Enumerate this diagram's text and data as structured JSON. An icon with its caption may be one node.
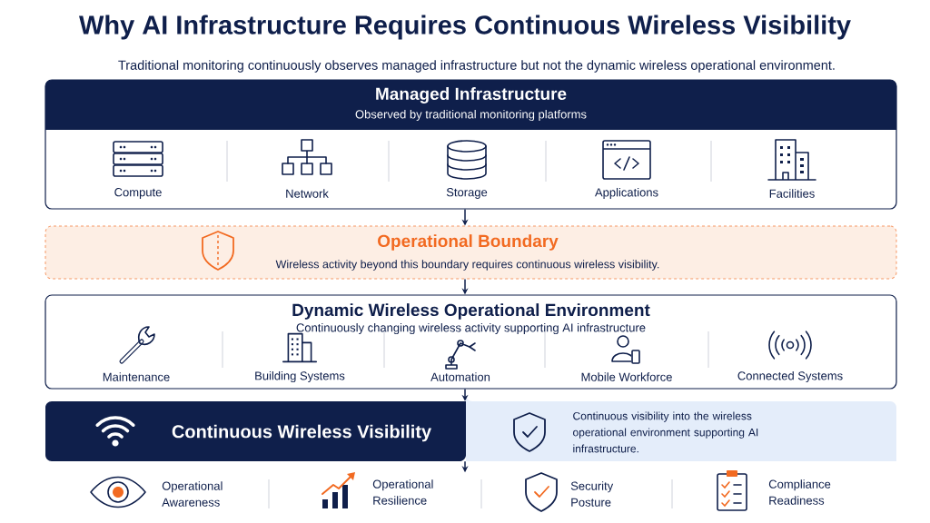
{
  "diagram": {
    "title": "Why AI Infrastructure Requires Continuous Wireless Visibility",
    "caption": "Traditional monitoring continuously observes managed infrastructure but not the dynamic wireless operational environment.",
    "nodes": [
      {
        "text": [
          "Managed Infrastructure",
          "Observed by traditional monitoring platforms"
        ]
      },
      {
        "text": [
          "Compute"
        ],
        "in": 0
      },
      {
        "text": [
          "Network"
        ],
        "in": 0
      },
      {
        "text": [
          "Storage"
        ],
        "in": 0
      },
      {
        "text": [
          "Applications"
        ],
        "in": 0
      },
      {
        "text": [
          "Facilities"
        ],
        "in": 0
      },
      {
        "text": [
          "Operational Boundary",
          "Wireless activity beyond this boundary requires continuous wireless visibility."
        ]
      },
      {
        "text": [
          "Dynamic Wireless Operational Environment",
          "Continuously changing wireless activity supporting AI infrastructure"
        ]
      },
      {
        "text": [
          "Maintenance"
        ],
        "in": 7
      },
      {
        "text": [
          "Building Systems"
        ],
        "in": 7
      },
      {
        "text": [
          "Automation"
        ],
        "in": 7
      },
      {
        "text": [
          "Mobile Workforce"
        ],
        "in": 7
      },
      {
        "text": [
          "Connected Systems"
        ],
        "in": 7
      },
      {
        "text": [
          "Continuous Wireless Visibility"
        ]
      },
      {
        "text": [
          "Continuous visibility into the wireless operational environment supporting AI infrastructure."
        ]
      },
      {
        "text": [
          "Operational Awareness"
        ]
      },
      {
        "text": [
          "Operational Resilience"
        ]
      },
      {
        "text": [
          "Security Posture"
        ]
      },
      {
        "text": [
          "Compliance Readiness"
        ]
      }
    ],
    "edges": [
      {
        "from": 0,
        "to": 6,
        "arrow": "to"
      },
      {
        "from": 6,
        "to": 7,
        "arrow": "to"
      },
      {
        "from": 7,
        "to": 13,
        "arrow": "to"
      },
      {
        "from": 13,
        "to": null,
        "arrow": "to"
      }
    ]
  }
}
